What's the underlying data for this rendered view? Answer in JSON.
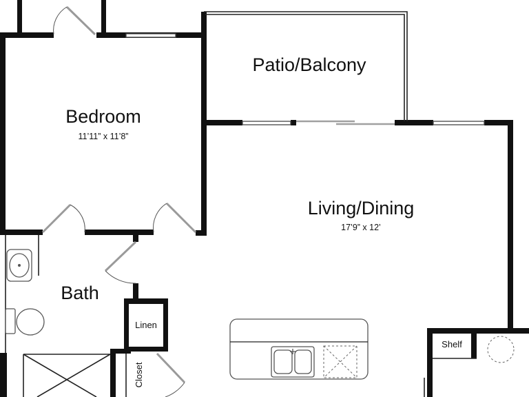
{
  "rooms": {
    "patio": {
      "name": "Patio/Balcony"
    },
    "bedroom": {
      "name": "Bedroom",
      "dimensions": "11’11” x 11’8”"
    },
    "living": {
      "name": "Living/Dining",
      "dimensions": "17’9” x 12’"
    },
    "bath": {
      "name": "Bath"
    },
    "linen": {
      "name": "Linen"
    },
    "closet": {
      "name": "Closet"
    },
    "shelf": {
      "name": "Shelf"
    }
  }
}
